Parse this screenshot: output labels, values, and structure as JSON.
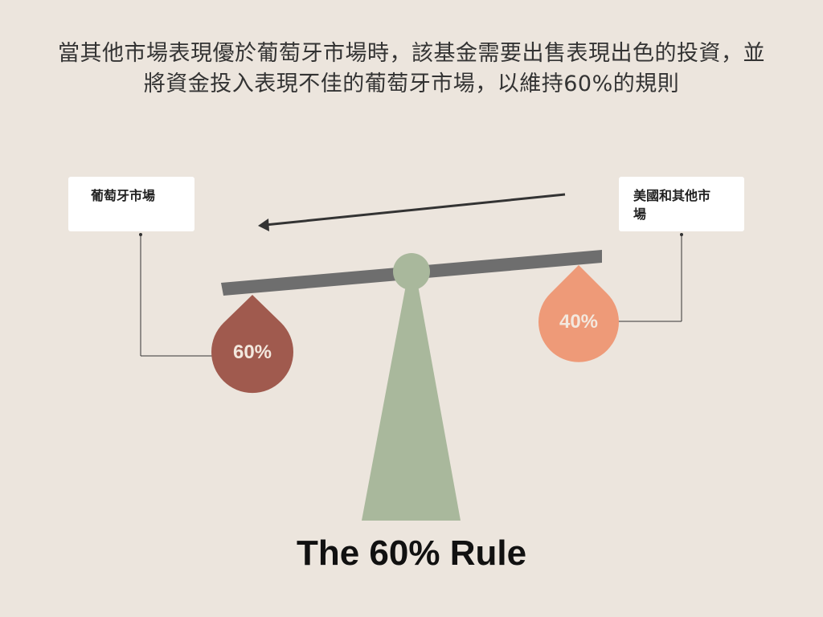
{
  "description": "當其他市場表現優於葡萄牙市場時，該基金需要出售表現出色的投資，並將資金投入表現不佳的葡萄牙市場，以維持60%的規則",
  "labels": {
    "left": "葡萄牙市場",
    "right": "美國和其他市場"
  },
  "weights": {
    "left": "60%",
    "right": "40%"
  },
  "title": "The 60% Rule",
  "colors": {
    "background": "#ECE5DD",
    "left_drop": "#A05A4E",
    "right_drop": "#EE9A78",
    "stand": "#A9B89C",
    "beam": "#6E6E6E"
  }
}
